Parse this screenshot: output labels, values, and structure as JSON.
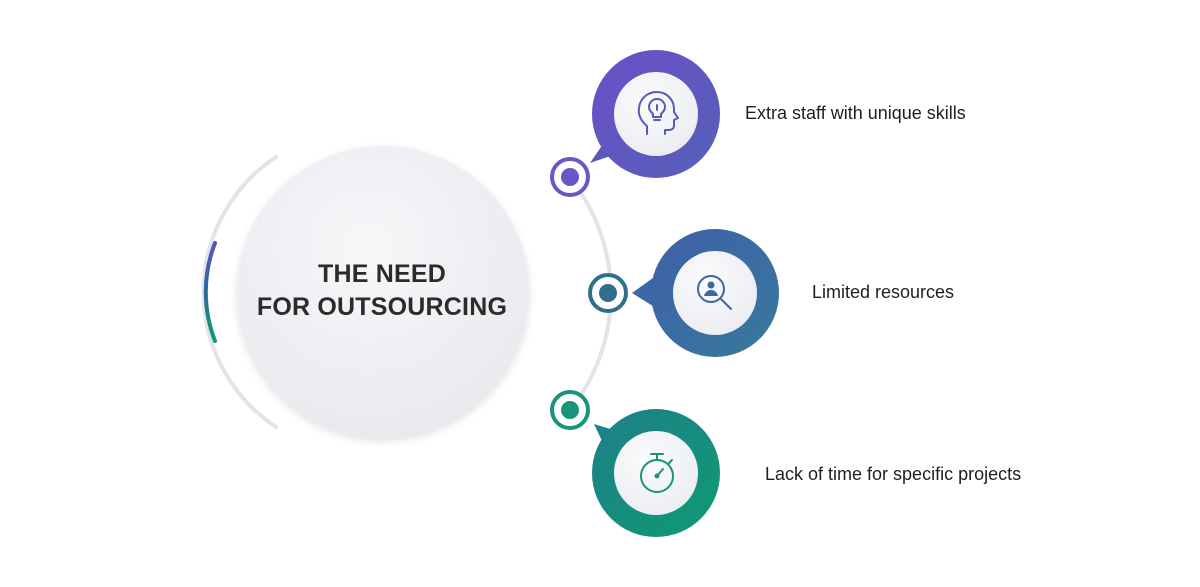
{
  "title": {
    "line1": "THE NEED",
    "line2": "FOR OUTSOURCING"
  },
  "items": [
    {
      "label": "Extra staff with unique skills",
      "icon": "head-lightbulb-icon",
      "color": "#6a56c6"
    },
    {
      "label": "Limited resources",
      "icon": "person-search-icon",
      "color": "#3a6aa3"
    },
    {
      "label": "Lack of time for specific projects",
      "icon": "stopwatch-icon",
      "color": "#17947a"
    }
  ],
  "colors": {
    "purple": "#6a56c6",
    "blue": "#3a6aa3",
    "green": "#17947a",
    "track": "#e3e4e8",
    "disc": "#eef0f3"
  }
}
